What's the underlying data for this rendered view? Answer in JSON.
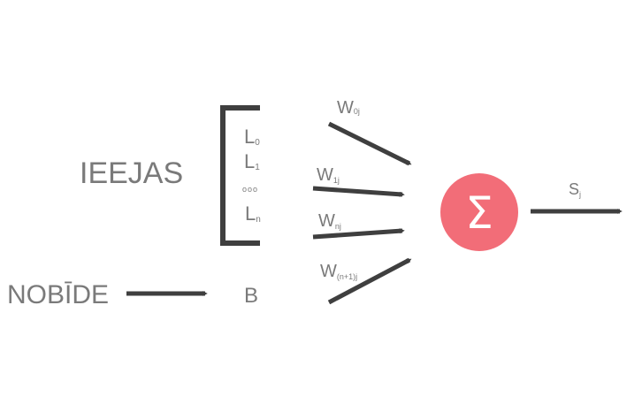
{
  "labels": {
    "inputs_label": "IEEJAS",
    "bias_label": "NOBĪDE",
    "bias_symbol": "B",
    "input_0": {
      "main": "L",
      "sub": "0"
    },
    "input_1": {
      "main": "L",
      "sub": "1"
    },
    "input_ellipsis": "ooo",
    "input_n": {
      "main": "L",
      "sub": "n"
    },
    "weight_0": {
      "main": "W",
      "sub": "0j"
    },
    "weight_1": {
      "main": "W",
      "sub": "1j"
    },
    "weight_n": {
      "main": "W",
      "sub": "nj"
    },
    "weight_bias": {
      "main": "W",
      "sub": "(n+1)j"
    },
    "sum_symbol": "Σ",
    "output": {
      "main": "S",
      "sub": "j"
    }
  },
  "colors": {
    "text": "#7a7a7a",
    "arrow": "#3f3f3f",
    "sum_node": "#f26d78",
    "sum_symbol": "#ffffff"
  }
}
